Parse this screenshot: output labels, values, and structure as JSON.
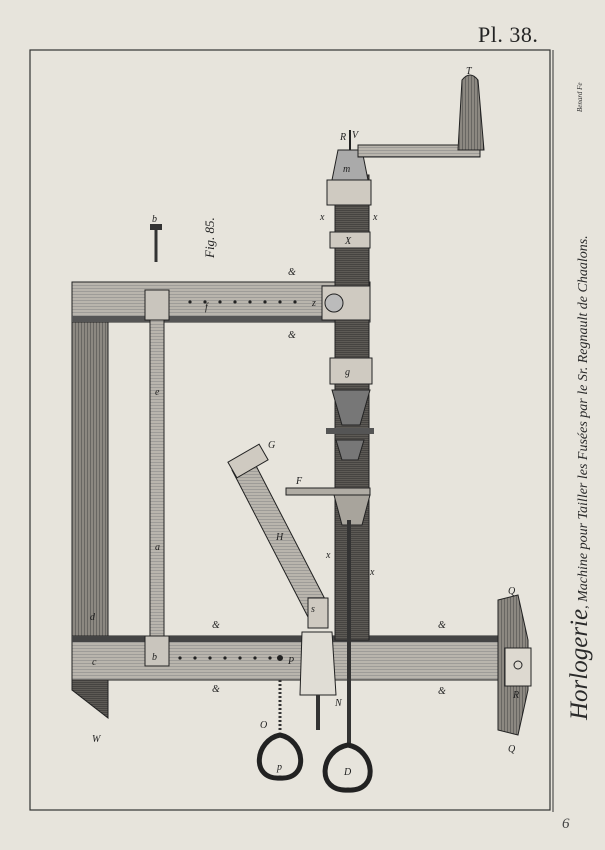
{
  "plate": {
    "number": "Pl. 38.",
    "page": "6"
  },
  "caption": {
    "title": "Horlogerie",
    "subtitle": ", Machine pour Tailler les Fusées par le Sr. Regnault de Chaalons."
  },
  "engraver": "Benard Fe",
  "figure_label": "Fig. 85.",
  "plate_letters": [
    "T",
    "V",
    "R",
    "m",
    "x",
    "x",
    "X",
    "&",
    "&",
    "g",
    "f",
    "e",
    "a",
    "d",
    "b",
    "c",
    "W",
    "P",
    "O",
    "p",
    "D",
    "Q",
    "Q",
    "R",
    "H",
    "G",
    "F",
    "N",
    "x",
    "x",
    "&",
    "&",
    "&",
    "&",
    "b",
    "s",
    "z"
  ],
  "colors": {
    "paper": "#e7e4dc",
    "ink": "#2a2a2a",
    "wood": "#8a8680"
  }
}
